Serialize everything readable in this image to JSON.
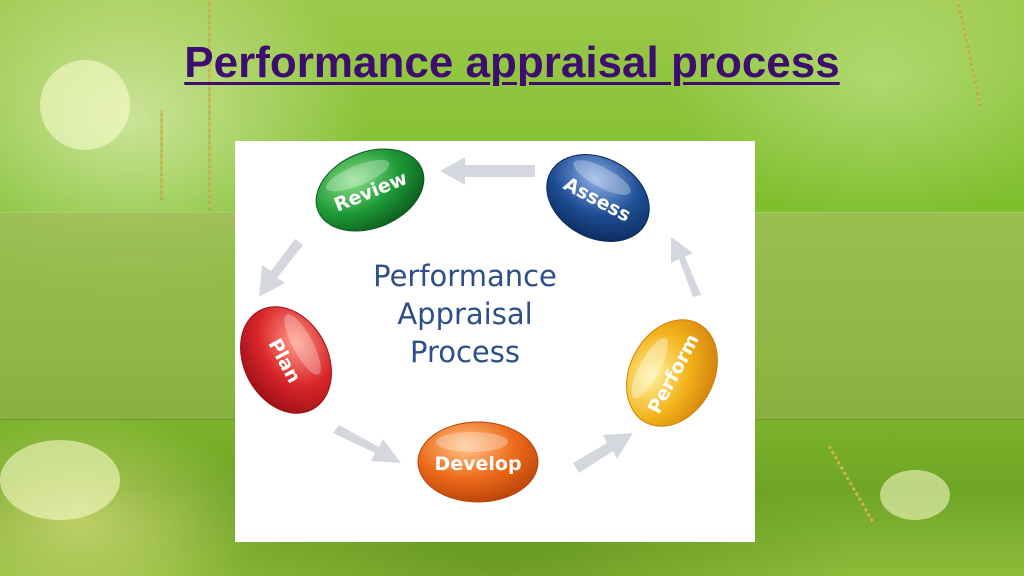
{
  "title": "Performance appraisal process",
  "diagram": {
    "center_lines": [
      "Performance",
      "Appraisal",
      "Process"
    ],
    "stages": [
      {
        "label": "Review",
        "color": "#1e9a37"
      },
      {
        "label": "Assess",
        "color": "#1f4f96"
      },
      {
        "label": "Perform",
        "color": "#f2a41a"
      },
      {
        "label": "Develop",
        "color": "#ec6a1a"
      },
      {
        "label": "Plan",
        "color": "#d9262a"
      }
    ],
    "arrow_color": "#d4d8de"
  }
}
